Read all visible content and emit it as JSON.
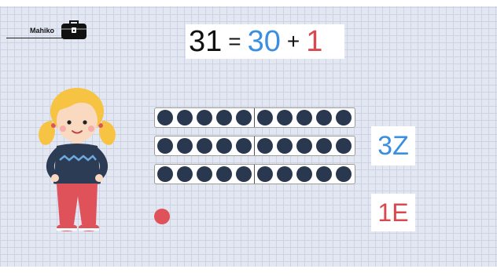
{
  "brand": {
    "name": "Mahiko",
    "icon": "toolbox-icon"
  },
  "equation": {
    "total": "31",
    "equals": "=",
    "tens": "30",
    "plus": "+",
    "ones": "1"
  },
  "ten_frames": {
    "rows": 3,
    "dots_per_row": 10,
    "extra_dots": 1
  },
  "cards": {
    "tens": "3Z",
    "ones": "1E"
  },
  "colors": {
    "tens": "#3b8fe0",
    "ones": "#d9484f",
    "dot": "#29374f",
    "grid_background": "#e3e7f1"
  }
}
